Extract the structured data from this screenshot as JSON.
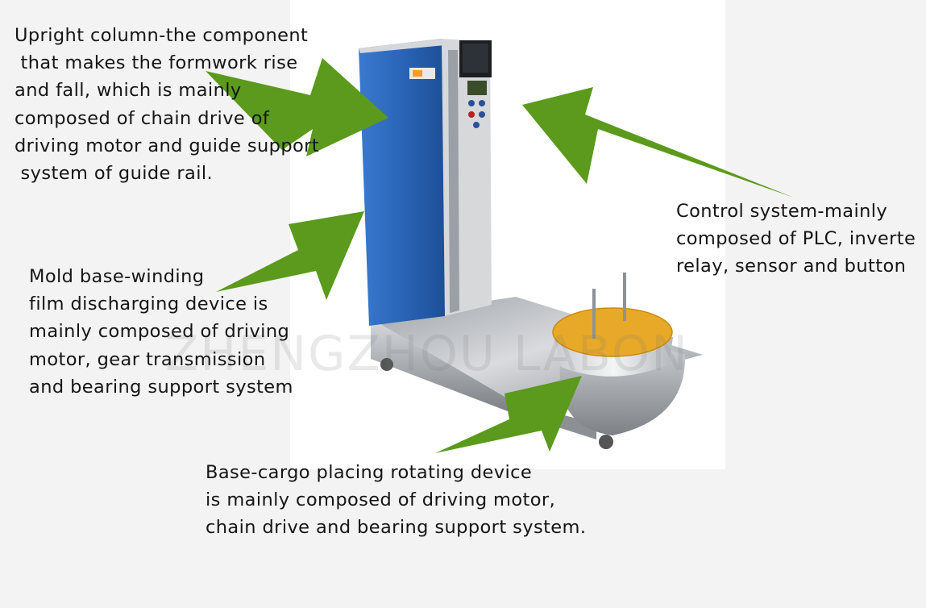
{
  "labels": {
    "upright": "Upright column-the component\n that makes the formwork rise\nand fall, which is mainly\ncomposed of chain drive of\ndriving motor and guide support\n system of guide rail.",
    "control": "Control system-mainly\ncomposed of PLC, inverte\nrelay, sensor and button",
    "mold": "Mold base-winding\nfilm discharging device is\nmainly composed of driving\nmotor, gear transmission\nand bearing support system",
    "base": "Base-cargo placing rotating device\nis mainly composed of driving motor,\nchain drive and bearing support system."
  },
  "watermark": "ZHENGZHOU LABON",
  "colors": {
    "arrow": "#5b9a1c",
    "column_blue": "#2a64b6",
    "turntable_top": "#e8a928",
    "steel": "#b9bcc0",
    "text": "#151515"
  }
}
